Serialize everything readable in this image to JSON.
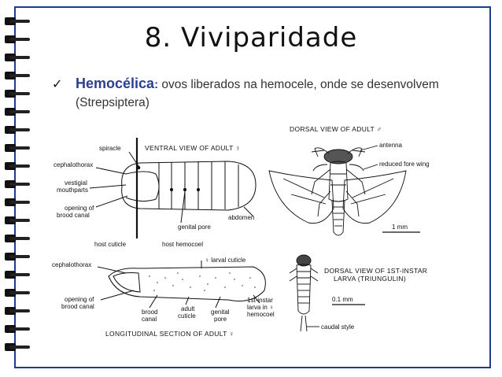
{
  "slide": {
    "title": "8. Viviparidade",
    "bullet_icon": "check-icon",
    "term": "Hemocélica",
    "separator": ":",
    "description": " ovos liberados na hemocele, onde se desenvolvem",
    "description_line2": "(Strepsiptera)"
  },
  "figure": {
    "ventral": {
      "caption": "VENTRAL VIEW OF ADULT ♀",
      "spiracle": "spiracle",
      "cephalothorax": "cephalothorax",
      "vestigial": "vestigial",
      "mouthparts": "mouthparts",
      "opening": "opening of",
      "brood_canal": "brood canal",
      "genital_pore": "genital pore",
      "abdomen": "abdomen",
      "host_cuticle": "host cuticle",
      "host_hemocoel": "host hemocoel"
    },
    "dorsal_adult": {
      "caption": "DORSAL VIEW OF ADULT ♂",
      "antenna": "antenna",
      "reduced_fore_wing": "reduced fore wing",
      "scale": "1 mm"
    },
    "longitudinal": {
      "cephalothorax": "cephalothorax",
      "larval_cuticle": "♀ larval cuticle",
      "opening": "opening of",
      "brood_canal": "brood canal",
      "brood": "brood",
      "canal": "canal",
      "adult": "adult",
      "cuticle": "cuticle",
      "genital": "genital",
      "pore": "pore",
      "instar1": "1st-instar",
      "instar2": "larva in ♀",
      "instar3": "hemocoel",
      "caption": "LONGITUDINAL SECTION OF ADULT ♀"
    },
    "larva": {
      "caption1": "DORSAL VIEW OF 1ST-INSTAR",
      "caption2": "LARVA (TRIUNGULIN)",
      "scale": "0.1 mm",
      "caudal_style": "caudal style"
    }
  }
}
